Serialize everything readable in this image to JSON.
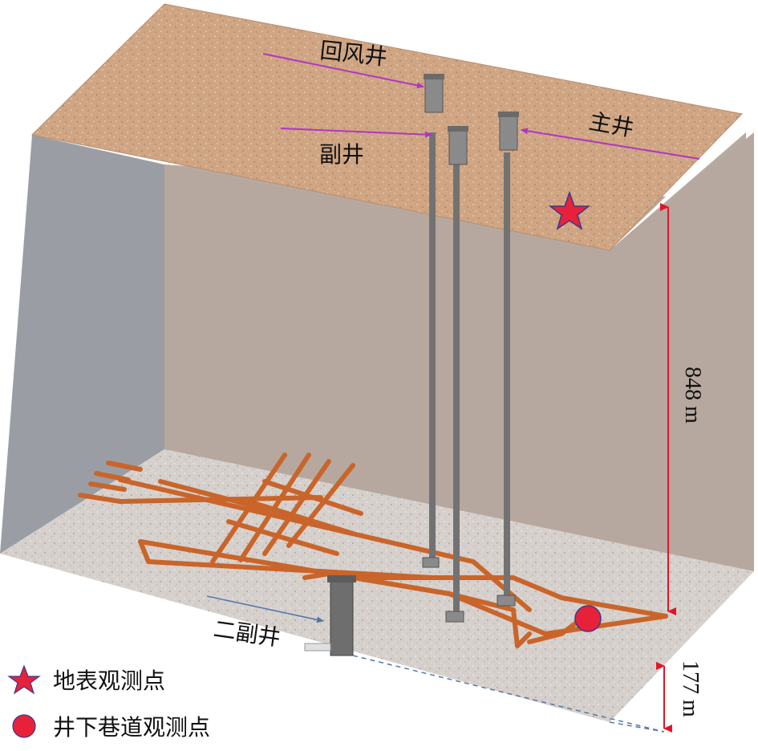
{
  "labels": {
    "return_air_shaft": "回风井",
    "auxiliary_shaft": "副井",
    "main_shaft": "主井",
    "second_auxiliary_shaft": "二副井"
  },
  "dimensions": {
    "surface_to_roadway": "848 m",
    "lower_offset": "177 m"
  },
  "legend": {
    "surface_point": "地表观测点",
    "underground_point": "井下巷道观测点"
  },
  "colors": {
    "surface": "#cfa583",
    "floor": "#d6d0cc",
    "wall_back": "#b8aaa1",
    "wall_left": "#9a9ea4",
    "roadway": "#c9652a",
    "shaft": "#727272",
    "surface_marker": "#e8213a",
    "underground_marker": "#e8213a",
    "arrow_magenta": "#b235c4",
    "arrow_blue": "#5577aa",
    "dimension_red": "#e0152a"
  },
  "icons": {
    "surface_point": "star-icon",
    "underground_point": "circle-icon"
  }
}
